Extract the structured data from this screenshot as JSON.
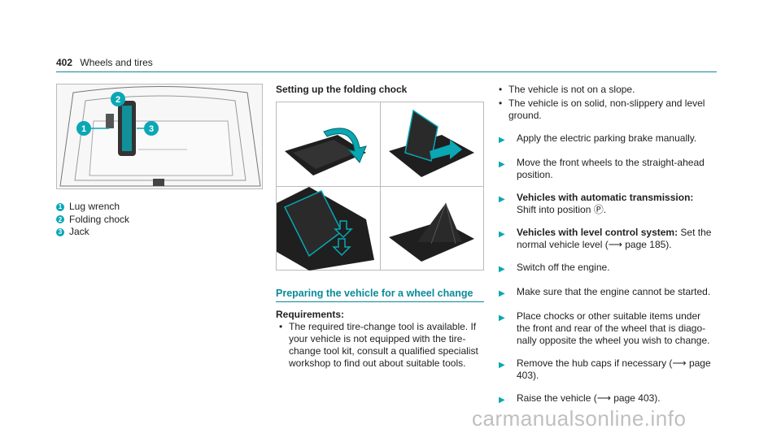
{
  "header": {
    "page_number": "402",
    "section": "Wheels and tires"
  },
  "figure1": {
    "legend": [
      {
        "num": "1",
        "text": "Lug wrench"
      },
      {
        "num": "2",
        "text": "Folding chock"
      },
      {
        "num": "3",
        "text": "Jack"
      }
    ]
  },
  "chock_setup": {
    "title": "Setting up the folding chock"
  },
  "preparing": {
    "title": "Preparing the vehicle for a wheel change",
    "requirements_label": "Requirements:",
    "requirements": [
      "The required tire-change tool is available. If your vehicle is not equipped with the tire-change tool kit, consult a qualified specialist workshop to find out about suitable tools."
    ]
  },
  "right": {
    "conditions": [
      "The vehicle is not on a slope.",
      "The vehicle is on solid, non-slippery and level ground."
    ],
    "steps": [
      {
        "bold": "",
        "text": "Apply the electric parking brake manually."
      },
      {
        "bold": "",
        "text": "Move the front wheels to the straight-ahead position."
      },
      {
        "bold": "Vehicles with automatic transmission:",
        "text": "Shift into position Ⓟ."
      },
      {
        "bold": "Vehicles with level control system:",
        "text": "Set the normal vehicle level (⟶ page 185)."
      },
      {
        "bold": "",
        "text": "Switch off the engine."
      },
      {
        "bold": "",
        "text": "Make sure that the engine cannot be started."
      },
      {
        "bold": "",
        "text": "Place chocks or other suitable items under the front and rear of the wheel that is diago-nally opposite the wheel you wish to change."
      },
      {
        "bold": "",
        "text": "Remove the hub caps if necessary (⟶ page 403)."
      },
      {
        "bold": "",
        "text": "Raise the vehicle (⟶ page 403)."
      }
    ]
  },
  "watermark": "carmanualsonline.info",
  "colors": {
    "accent": "#0aa7b4",
    "rule": "#0a8a9a"
  }
}
